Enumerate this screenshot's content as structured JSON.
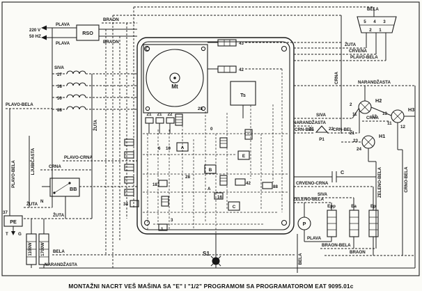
{
  "title": "MONTAŽNI NACRT VEŠ MAŠINA SA \"E\" I \"1/2\" PROGRAMOM SA PROGRAMATOROM EAT 9095.01c",
  "power": {
    "voltage": "220 V",
    "frequency": "50 HZ"
  },
  "components": {
    "rso": "RSO",
    "motor": "Mt",
    "transformer": "Ts",
    "door_switch": "BB",
    "neutral": "N",
    "ground": "PE",
    "t_terminal": "T",
    "g_terminal": "G",
    "heater_small": "1100W",
    "heater_large": "1700W",
    "switch_s1": "S1",
    "lamp1": "H1",
    "lamp2": "H2",
    "lamp3": "H3",
    "pressure_switch": "P1",
    "capacitor": "C",
    "pump": "P",
    "heater_epp": "Epp",
    "heater_ea": "Ea",
    "heater_ep": "Ep"
  },
  "wire_labels": {
    "plava_in_top": "PLAVA",
    "plava_in_bottom": "PLAVA",
    "braon_top_1": "BRAON",
    "braon_top_2": "BRAON",
    "siva_left": "SIVA",
    "plavo_bela_left": "PLAVO-BELA",
    "zuta_vert_left": "ŽUTA",
    "ljubicasta": "LJUBIČASTA",
    "plavo_crna": "PLAVO-CRNA",
    "crna_left": "CRNA",
    "plavo_bela_far_left": "PLAVO-BELA",
    "zuta_bb": "ŽUTA",
    "zuta_pe": "ŽUTA",
    "bela_left": "BELA",
    "narandzasta_left": "NARANDŽASTA",
    "bela_top_right": "BELA",
    "zuta_right": "ŽUTA",
    "crvena": "CRVENA",
    "plavo_bela_right": "PLAVO-BELA",
    "crna_right_vert": "CRNA",
    "narandzasta_top_right": "NARANDŽASTA",
    "siva_right_top": "SIVA",
    "narandzasta_p1": "NARANDŽASTA",
    "crn_bel_1": "CRN-BEL",
    "crn_bel_2": "CRN-BEL",
    "crna_lamps": "CRNA",
    "crveno_crna": "CRVENO-CRNA",
    "siva_right_bottom": "SIVA",
    "zeleno_bela_h": "ZELENO-BELA",
    "zeleno_bela_vert": "ZELENO-BELA",
    "crno_bela_vert": "CRNO-BELA",
    "plava_pump": "PLAVA",
    "braon_bela": "BRAON-BELA",
    "braon_bottom": "BRAON",
    "bela_right_vert": "BELA"
  },
  "terminals": {
    "coil1": "27",
    "coil2": "38",
    "coil3": "50",
    "coil4": "88",
    "pe_num": "37",
    "pin5": "5",
    "pin4": "4",
    "pin3": "3",
    "pin2": "2",
    "pin1": "1",
    "t43": "43",
    "t42_top": "42",
    "t42_bottom": "42",
    "t88": "88",
    "t21a": "21",
    "t21b": "21",
    "t22": "22",
    "t28a": "28",
    "t28b": "28",
    "t0": "0",
    "t6": "6",
    "t10": "10",
    "t18": "18",
    "t34": "34",
    "t16": "16",
    "t1": "1",
    "t3": "3",
    "blockA1": "A",
    "blockA2": "A",
    "blockB": "B",
    "blockE": "E",
    "blockC": "C",
    "p1_21": "21",
    "p1_22": "22",
    "h2_2": "2",
    "h2_11": "11",
    "h2_12": "12",
    "h3_13": "13",
    "h3_11": "11",
    "h3_12": "12",
    "h1_21": "21",
    "h1_23": "23",
    "h1_24": "24"
  }
}
